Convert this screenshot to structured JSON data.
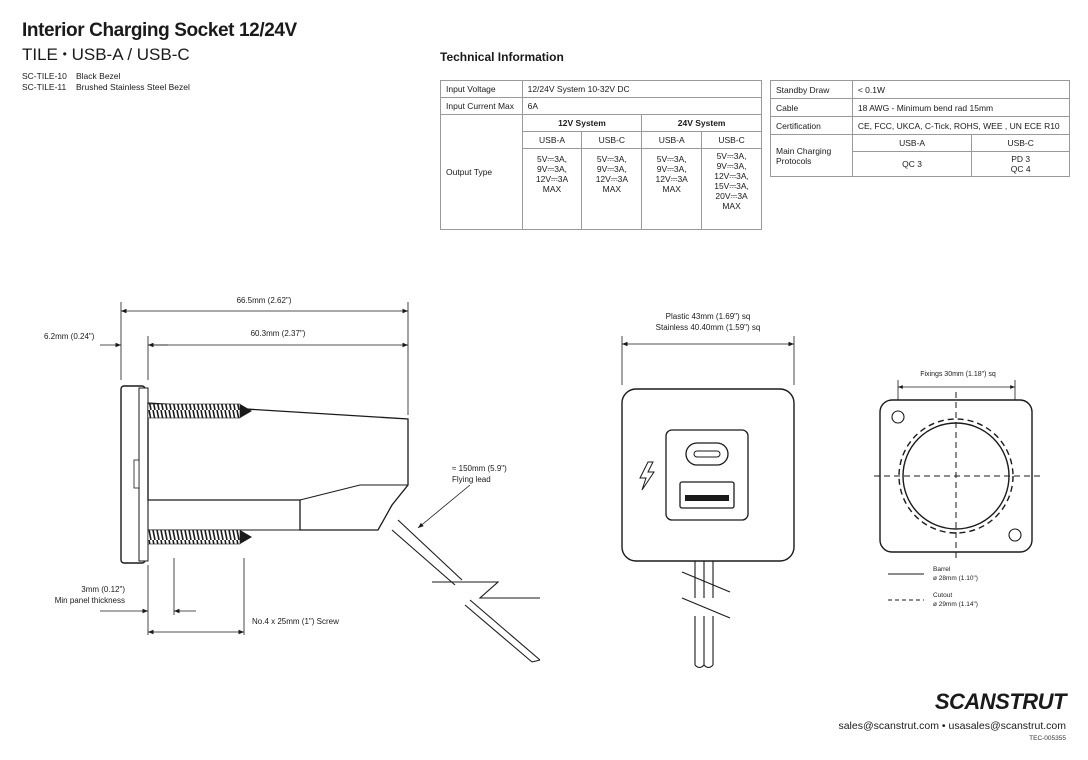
{
  "header": {
    "title": "Interior Charging Socket 12/24V",
    "subtitle_part1": "TILE",
    "subtitle_sep": "•",
    "subtitle_part2": "USB-A / USB-C"
  },
  "products": [
    {
      "code": "SC-TILE-10",
      "desc": "Black Bezel"
    },
    {
      "code": "SC-TILE-11",
      "desc": "Brushed Stainless Steel Bezel"
    }
  ],
  "tech_heading": "Technical Information",
  "spec_left": {
    "input_voltage_label": "Input Voltage",
    "input_voltage_value": "12/24V System 10-32V DC",
    "input_current_label": "Input Current Max",
    "input_current_value": "6A",
    "output_type_label": "Output Type",
    "sys12": "12V System",
    "sys24": "24V System",
    "usba": "USB-A",
    "usbc": "USB-C",
    "out_12_a": [
      "5V⎓3A,",
      "9V⎓3A,",
      "12V⎓3A",
      "MAX"
    ],
    "out_12_c": [
      "5V⎓3A,",
      "9V⎓3A,",
      "12V⎓3A",
      "MAX"
    ],
    "out_24_a": [
      "5V⎓3A,",
      "9V⎓3A,",
      "12V⎓3A",
      "MAX"
    ],
    "out_24_c": [
      "5V⎓3A,",
      "9V⎓3A,",
      "12V⎓3A,",
      "15V⎓3A,",
      "20V⎓3A",
      "MAX"
    ]
  },
  "spec_right": {
    "standby_label": "Standby Draw",
    "standby_value": "< 0.1W",
    "cable_label": "Cable",
    "cable_value": "18 AWG - Minimum bend rad 15mm",
    "cert_label": "Certification",
    "cert_value": "CE, FCC, UKCA, C-Tick, ROHS, WEE , UN ECE R10",
    "protocols_label": "Main Charging Protocols",
    "usba": "USB-A",
    "usbc": "USB-C",
    "proto_a": "QC 3",
    "proto_c": [
      "PD 3",
      "QC 4"
    ]
  },
  "side_view": {
    "overall_length": "66.5mm (2.62\")",
    "bezel_thickness": "6.2mm (0.24\")",
    "body_length": "60.3mm (2.37\")",
    "panel_thickness_1": "3mm (0.12\")",
    "panel_thickness_2": "Min panel thickness",
    "screw": "No.4 x 25mm (1\") Screw",
    "lead_1": "≈ 150mm (5.9\")",
    "lead_2": "Flying lead"
  },
  "front_view": {
    "size_plastic": "Plastic 43mm (1.69\") sq",
    "size_stainless": "Stainless 40.40mm (1.59\") sq"
  },
  "rear_view": {
    "fixings": "Fixings 30mm (1.18\") sq",
    "barrel_label": "Barrel",
    "barrel_size": "ø 28mm (1.10\")",
    "cutout_label": "Cutout",
    "cutout_size": "ø 29mm (1.14\")"
  },
  "footer": {
    "logo": "SCANSTRUT",
    "contact_1": "sales@scanstrut.com",
    "contact_sep": "•",
    "contact_2": "usasales@scanstrut.com",
    "doc_ref": "TEC-005355"
  },
  "icons": {
    "bolt": "lightning-bolt-icon",
    "usb_c_port": "usb-c-port-icon",
    "usb_a_port": "usb-a-port-icon"
  }
}
